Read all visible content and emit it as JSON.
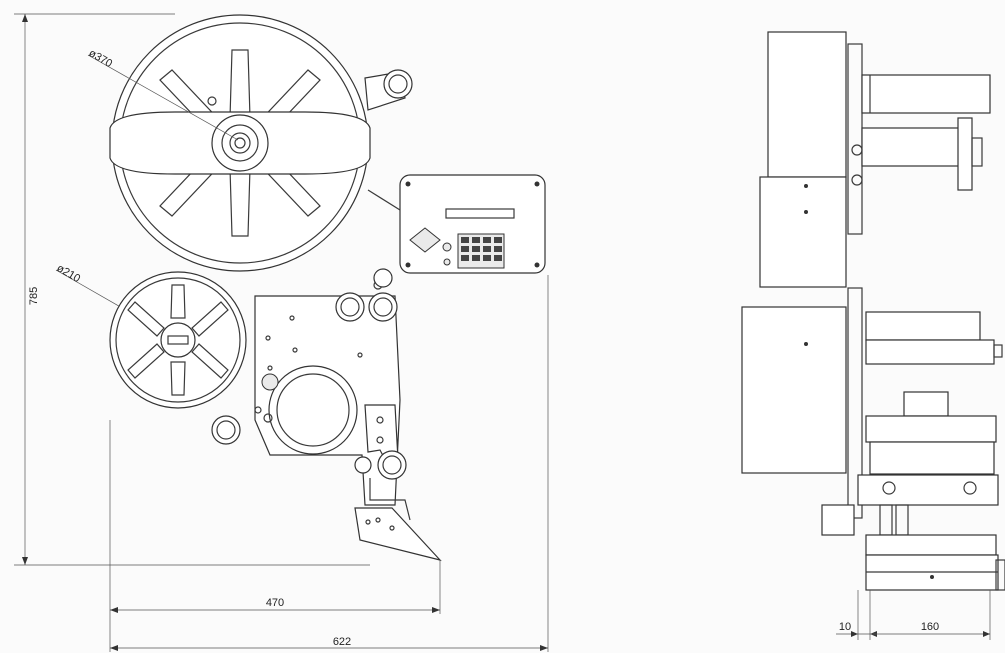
{
  "dimensions": {
    "height": "785",
    "width_470": "470",
    "width_622": "622",
    "small_10": "10",
    "depth_160": "160",
    "dia_large": "ø370",
    "dia_small": "ø210"
  }
}
